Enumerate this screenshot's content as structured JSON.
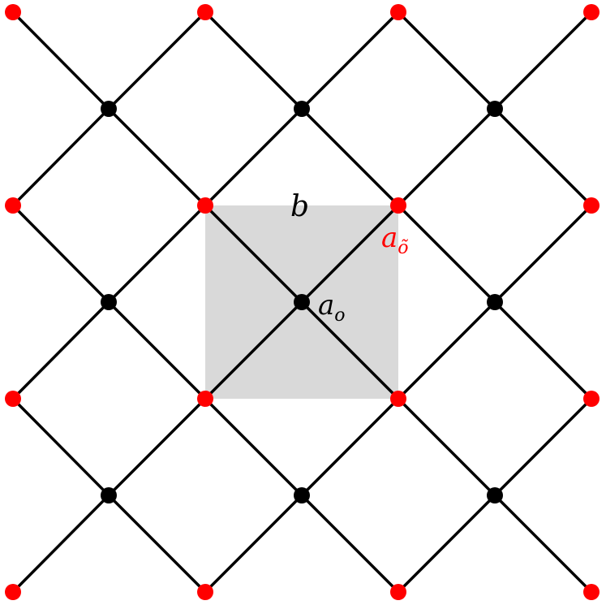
{
  "diagram": {
    "labels": {
      "b": "b",
      "a_o_main": "a",
      "a_o_sub": "o",
      "a_tilde_main": "a",
      "a_tilde_sub": "õ"
    },
    "colors": {
      "background": "#ffffff",
      "line": "#000000",
      "black_node": "#000000",
      "red_node": "#ff0000",
      "cell_fill": "#d9d9d9",
      "red_label": "#ff0000",
      "black_label": "#000000"
    }
  }
}
